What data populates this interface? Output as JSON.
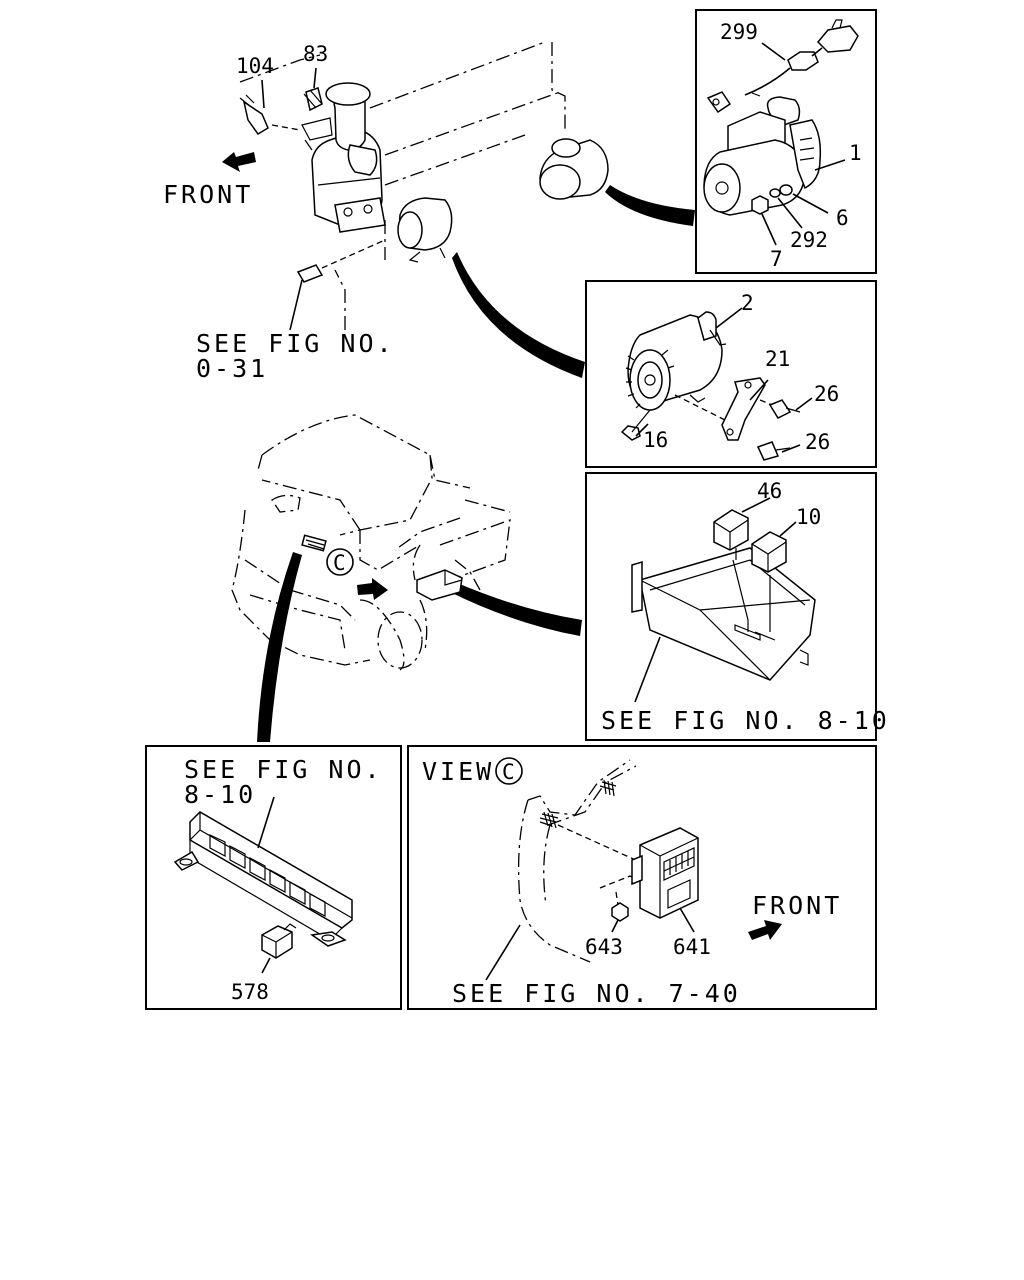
{
  "callouts": {
    "p104": "104",
    "p83": "83",
    "p299": "299",
    "p1": "1",
    "p6": "6",
    "p292": "292",
    "p7": "7",
    "p2": "2",
    "p21": "21",
    "p26a": "26",
    "p26b": "26",
    "p16": "16",
    "p46": "46",
    "p10": "10",
    "p578": "578",
    "p643": "643",
    "p641": "641"
  },
  "notes": {
    "front_top": "FRONT",
    "front_bottom": "FRONT",
    "see_0_31_line1": "SEE FIG NO.",
    "see_0_31_line2": "0-31",
    "see_8_10_right": "SEE FIG NO. 8-10",
    "see_8_10_left_line1": "SEE FIG NO.",
    "see_8_10_left_line2": "8-10",
    "view_label": "VIEW",
    "view_symbol": "C",
    "cab_view_symbol": "C",
    "see_7_40": "SEE FIG NO. 7-40"
  }
}
